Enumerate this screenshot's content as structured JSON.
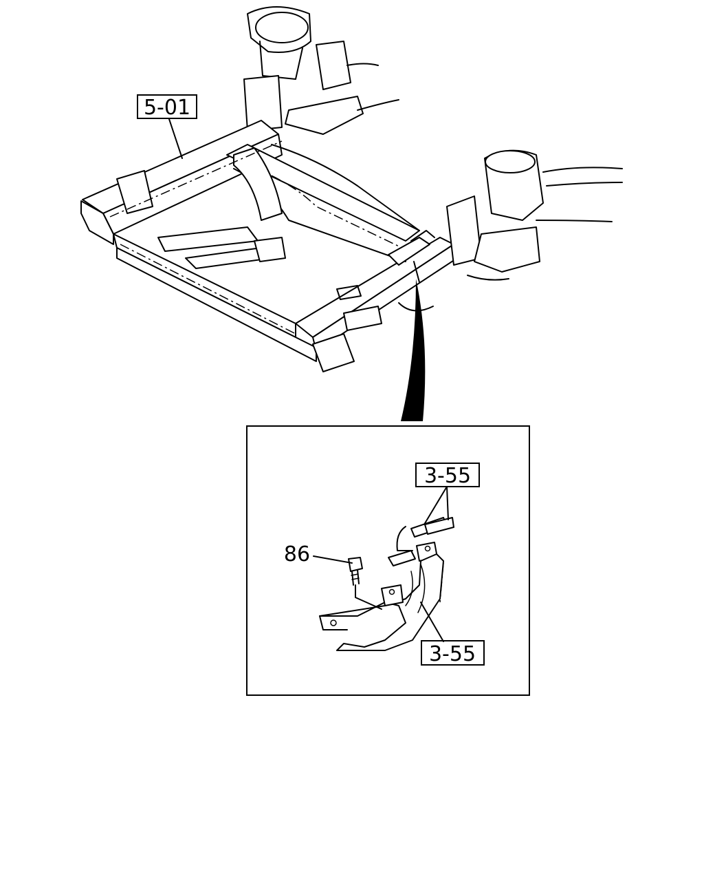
{
  "callouts": {
    "frame_ref": "5-01",
    "harness_ref_top": "3-55",
    "bolt_ref": "86",
    "harness_ref_bottom": "3-55"
  }
}
